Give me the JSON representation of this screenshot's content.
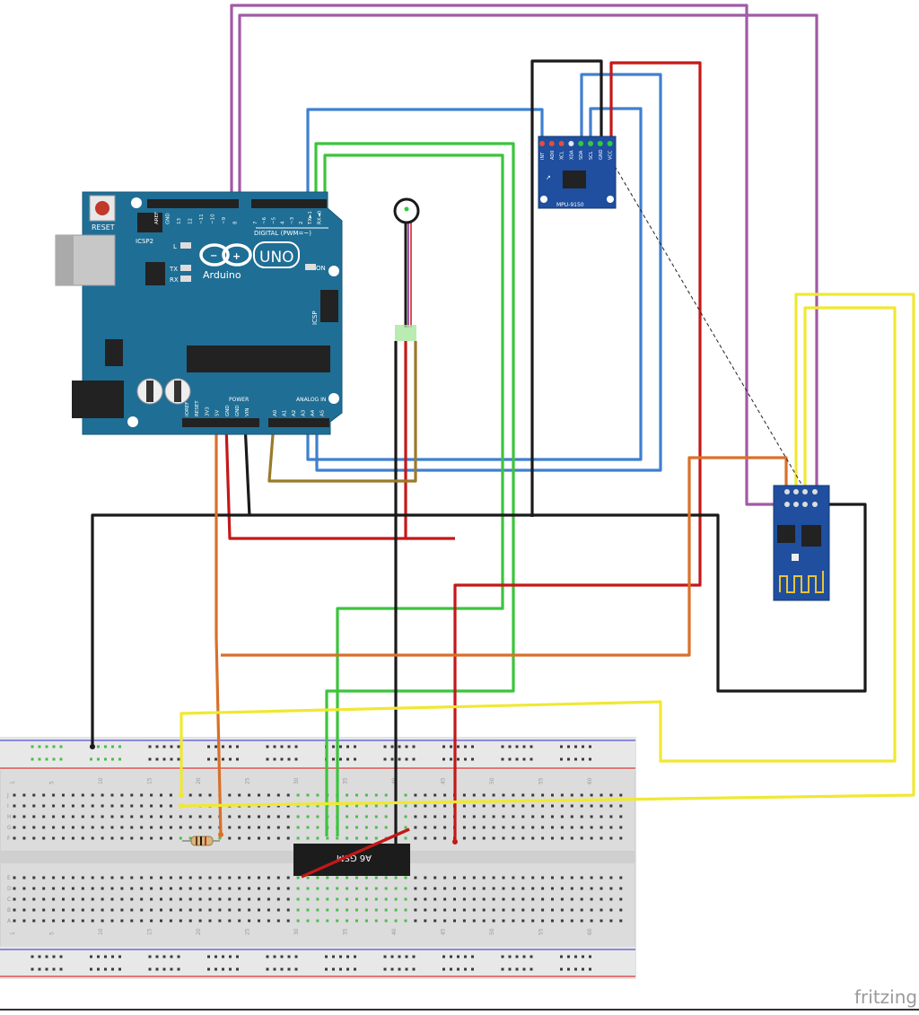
{
  "arduino": {
    "reset_label": "RESET",
    "icsp2_label": "ICSP2",
    "brand": "Arduino",
    "model": "UNO",
    "tx_label": "TX",
    "rx_label": "RX",
    "l_label": "L",
    "on_label": "ON",
    "icsp_label": "ICSP",
    "digital_label": "DIGITAL (PWM=~)",
    "power_label": "POWER",
    "analog_label": "ANALOG IN",
    "top_pins": [
      "AREF",
      "GND",
      "13",
      "12",
      "~11",
      "~10",
      "~9",
      "8",
      "7",
      "~6",
      "~5",
      "4",
      "~3",
      "2",
      "TX►1",
      "RX◄0"
    ],
    "bottom_pins": [
      "IOREF",
      "RESET",
      "3V3",
      "5V",
      "GND",
      "GND",
      "VIN",
      "A0",
      "A1",
      "A2",
      "A3",
      "A4",
      "A5"
    ]
  },
  "mpu": {
    "name": "MPU-9150",
    "pins": [
      "INT",
      "AD0",
      "XCL",
      "XDA",
      "SDA",
      "SCL",
      "GND",
      "VCC"
    ]
  },
  "gsm": {
    "label": "A6 GSM"
  },
  "breadboard": {
    "col_numbers": [
      "1",
      "5",
      "10",
      "15",
      "20",
      "25",
      "30",
      "35",
      "40",
      "45",
      "50",
      "55",
      "60"
    ],
    "row_letters_top": [
      "J",
      "I",
      "H",
      "G",
      "F"
    ],
    "row_letters_bottom": [
      "E",
      "D",
      "C",
      "B",
      "A"
    ]
  },
  "watermark": "fritzing",
  "colors": {
    "board_blue": "#1f6e95",
    "wire_purple": "#a15aa5",
    "wire_blue": "#3f7fd0",
    "wire_green": "#3cc43c",
    "wire_red": "#c41818",
    "wire_black": "#1a1a1a",
    "wire_orange": "#d9702a",
    "wire_yellow": "#f0e832",
    "wire_brown": "#9a7a2a"
  }
}
